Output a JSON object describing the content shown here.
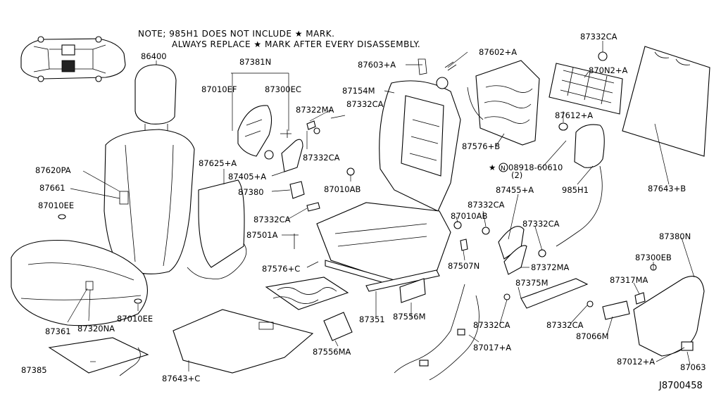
{
  "note": {
    "line1": "NOTE; 985H1 DOES NOT INCLUDE ★ MARK.",
    "line2": "ALWAYS REPLACE ★ MARK AFTER EVERY DISASSEMBLY."
  },
  "diagram_code": "J8700458",
  "labels": {
    "l86400": "86400",
    "l87381n": "87381N",
    "l87010ef": "87010EF",
    "l87300ec": "87300EC",
    "l87620pa": "87620PA",
    "l87661": "87661",
    "l87010ee_a": "87010EE",
    "l87625a": "87625+A",
    "l87405a": "87405+A",
    "l87380": "87380",
    "l87332ca_a": "87332CA",
    "l87501a": "87501A",
    "l87576c": "87576+C",
    "l87361": "87361",
    "l87320na": "87320NA",
    "l87010ee_b": "87010EE",
    "l87385": "87385",
    "l87643c": "87643+C",
    "l87322ma": "87322MA",
    "l87332ca_b": "87332CA",
    "l87332ca_c": "87332CA",
    "l87603a": "87603+A",
    "l87602a": "87602+A",
    "l87154m": "87154M",
    "l87010ab_a": "87010AB",
    "l87010ab_b": "87010AB",
    "l87351": "87351",
    "l87556m": "87556M",
    "l87556ma": "87556MA",
    "l87332ca_d": "87332CA",
    "l87507n": "87507N",
    "l87455a": "87455+A",
    "l87332ca_e": "87332CA",
    "l87372ma": "87372MA",
    "l87375m": "87375M",
    "l87332ca_f": "87332CA",
    "l87017a": "87017+A",
    "l87332ca_g": "87332CA",
    "l87576b": "87576+B",
    "l87332ca_top": "87332CA",
    "l870n2a": "870N2+A",
    "l87612a": "87612+A",
    "l08918": "08918-60610",
    "l08918_qty": "(2)",
    "l985h1": "985H1",
    "l87643b": "87643+B",
    "l87380n": "87380N",
    "l87300eb": "87300EB",
    "l87317ma": "87317MA",
    "l87066m": "87066M",
    "l87012a": "87012+A",
    "l87063": "87063"
  }
}
